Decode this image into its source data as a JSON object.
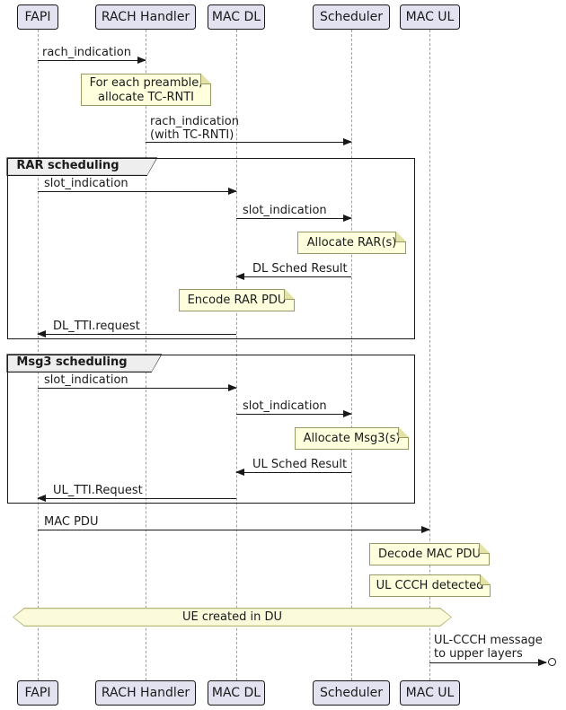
{
  "diagram_type": "sequence-diagram",
  "participants": [
    {
      "name": "FAPI"
    },
    {
      "name": "RACH Handler"
    },
    {
      "name": "MAC DL"
    },
    {
      "name": "Scheduler"
    },
    {
      "name": "MAC UL"
    }
  ],
  "messages": [
    {
      "label": "rach_indication",
      "from": "FAPI",
      "to": "RACH Handler"
    },
    {
      "label": "rach_indication\n(with TC-RNTI)",
      "from": "RACH Handler",
      "to": "Scheduler"
    },
    {
      "label": "slot_indication",
      "from": "FAPI",
      "to": "MAC DL"
    },
    {
      "label": "slot_indication",
      "from": "MAC DL",
      "to": "Scheduler"
    },
    {
      "label": "DL Sched Result",
      "from": "Scheduler",
      "to": "MAC DL"
    },
    {
      "label": "DL_TTI.request",
      "from": "MAC DL",
      "to": "FAPI"
    },
    {
      "label": "slot_indication",
      "from": "FAPI",
      "to": "MAC DL"
    },
    {
      "label": "slot_indication",
      "from": "MAC DL",
      "to": "Scheduler"
    },
    {
      "label": "UL Sched Result",
      "from": "Scheduler",
      "to": "MAC DL"
    },
    {
      "label": "UL_TTI.Request",
      "from": "MAC DL",
      "to": "FAPI"
    },
    {
      "label": "MAC PDU",
      "from": "FAPI",
      "to": "MAC UL"
    },
    {
      "label": "UL-CCCH message\nto upper layers",
      "from": "MAC UL",
      "to": "upper layers (lost endpoint)"
    }
  ],
  "notes": [
    {
      "text": "For each preamble,\nallocate TC-RNTI",
      "over": "RACH Handler"
    },
    {
      "text": "Allocate RAR(s)",
      "over": "Scheduler"
    },
    {
      "text": "Encode RAR PDU",
      "over": "MAC DL"
    },
    {
      "text": "Allocate Msg3(s)",
      "over": "Scheduler"
    },
    {
      "text": "Decode MAC PDU",
      "over": "MAC UL"
    },
    {
      "text": "UL CCCH detected",
      "over": "MAC UL"
    }
  ],
  "frames": [
    {
      "title": "RAR scheduling"
    },
    {
      "title": "Msg3 scheduling"
    }
  ],
  "hnote": {
    "text": "UE created in DU"
  },
  "colors": {
    "participant_fill": "#E2E2F0",
    "participant_border": "#181818",
    "note_fill": "#FEFFDD",
    "note_border": "#999966",
    "hnote_fill": "#FBFBDC",
    "hnote_border": "#B5B577",
    "frame_border": "#181818",
    "frame_tab_fill": "#EEEEEE",
    "lifeline": "#A0A0A0",
    "arrow": "#181818",
    "background": "#FFFFFF"
  }
}
